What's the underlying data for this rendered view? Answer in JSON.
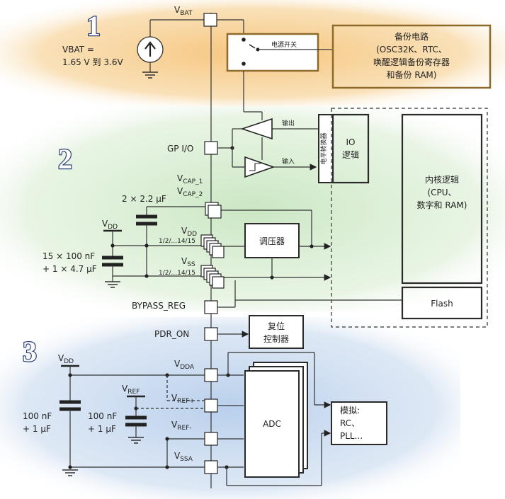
{
  "section_numbers": [
    "1",
    "2",
    "3"
  ],
  "colors": {
    "band_1": "#f7c97a",
    "band_2": "#cfe8c6",
    "band_3": "#bcd2ec",
    "wire": "#333333",
    "frame_gold": "#8d6a2a"
  },
  "power_domain": {
    "vbat_pin_main": "V",
    "vbat_pin_sub": "BAT",
    "vbat_range_line1": "VBAT =",
    "vbat_range_line2": "1.65 V 到 3.6V",
    "switch_label": "电源开关",
    "backup_line1": "备份电路",
    "backup_line2": "(OSC32K、RTC、",
    "backup_line3": "唤醒逻辑备份寄存器",
    "backup_line4": "和备份 RAM)"
  },
  "io_domain": {
    "gpio_label": "GP I/O",
    "out_label": "输出",
    "in_label": "输入",
    "level_shifter": "电平转换器",
    "io_logic_line1": "IO",
    "io_logic_line2": "逻辑",
    "core_line1": "内核逻辑",
    "core_line2": "(CPU、",
    "core_line3": "数字和 RAM)",
    "flash": "Flash"
  },
  "regulator_domain": {
    "vcap_main": "V",
    "vcap1_sub": "CAP_1",
    "vcap2_sub": "CAP_2",
    "vcap_caps": "2 × 2.2 µF",
    "vdd_main": "V",
    "vdd_sub": "DD",
    "vdd_pins": "1/2/...14/15",
    "vss_main": "V",
    "vss_sub": "SS",
    "vss_pins": "1/2/...14/15",
    "vdd_cap_main": "V",
    "vdd_cap_sub": "DD",
    "vdd_caps_line1": "15 × 100 nF",
    "vdd_caps_line2": "+ 1 × 4.7 µF",
    "regulator": "调压器",
    "bypass": "BYPASS_REG"
  },
  "analog_domain": {
    "pdr_label": "PDR_ON",
    "reset_line1": "复位",
    "reset_line2": "控制器",
    "vdda_main": "V",
    "vdda_sub": "DDA",
    "vrefp_main": "V",
    "vrefp_sub": "REF+",
    "vrefm_main": "V",
    "vrefm_sub": "REF-",
    "vssa_main": "V",
    "vssa_sub": "SSA",
    "vref_main": "V",
    "vref_sub": "REF",
    "vdd_main": "V",
    "vdd_sub": "DD",
    "caps_a_line1": "100 nF",
    "caps_a_line2": "+ 1 µF",
    "caps_b_line1": "100 nF",
    "caps_b_line2": "+ 1 µF",
    "adc": "ADC",
    "analog_line1": "模拟:",
    "analog_line2": "RC、",
    "analog_line3": "PLL..."
  }
}
